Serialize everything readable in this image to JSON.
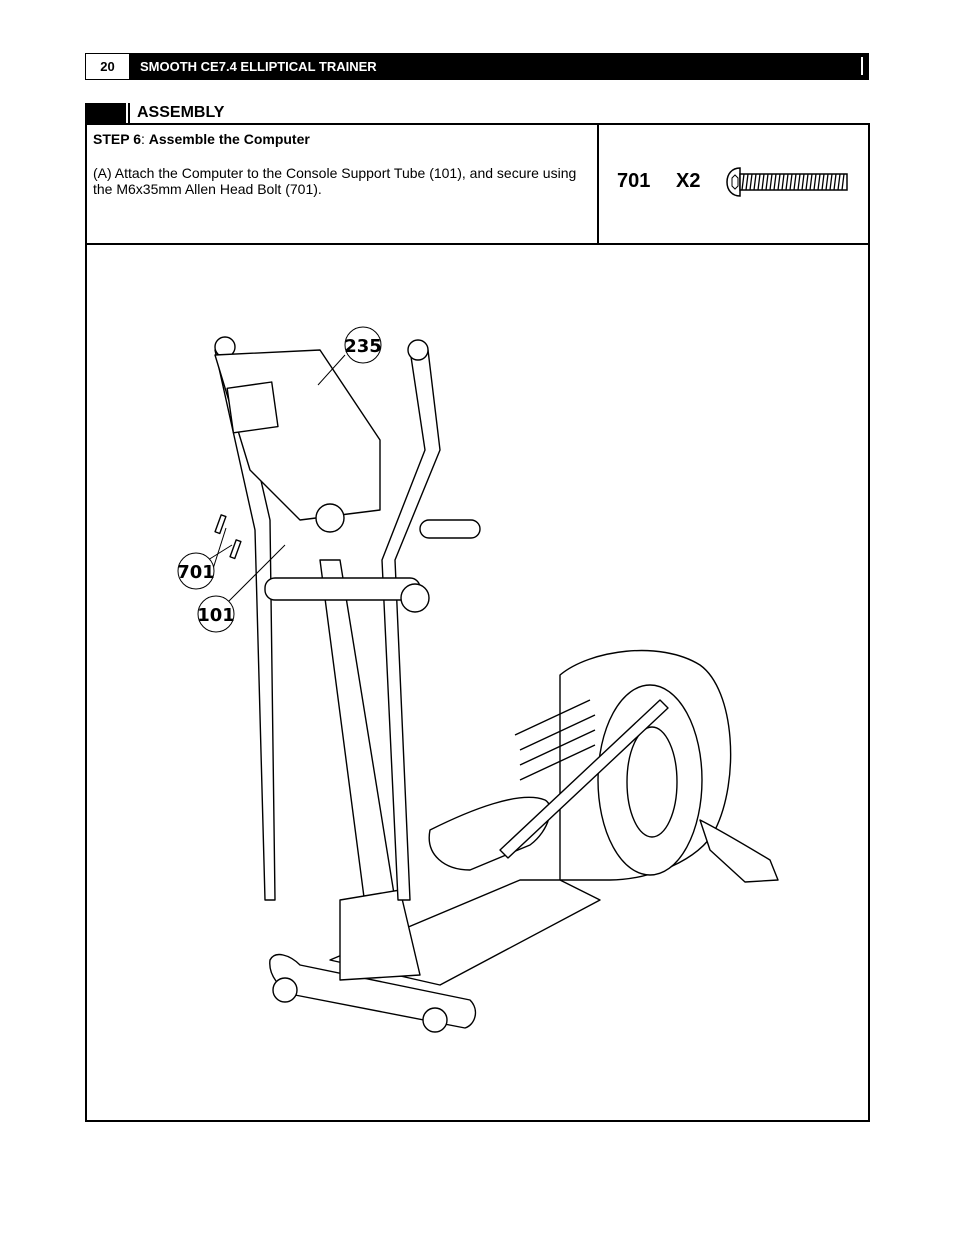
{
  "header": {
    "page_number": "20",
    "manual_title": "SMOOTH CE7.4 ELLIPTICAL TRAINER"
  },
  "section": {
    "title": "ASSEMBLY"
  },
  "step": {
    "label": "STEP 6",
    "separator": ":",
    "name": "Assemble the Computer",
    "instruction": "(A) Attach the Computer to the Console Support Tube (101), and secure using the M6x35mm Allen Head Bolt (701)."
  },
  "parts": {
    "part_number": "701",
    "quantity": "X2",
    "icon": "allen-head-bolt-icon"
  },
  "diagram": {
    "callouts": [
      "235",
      "701",
      "101"
    ]
  }
}
